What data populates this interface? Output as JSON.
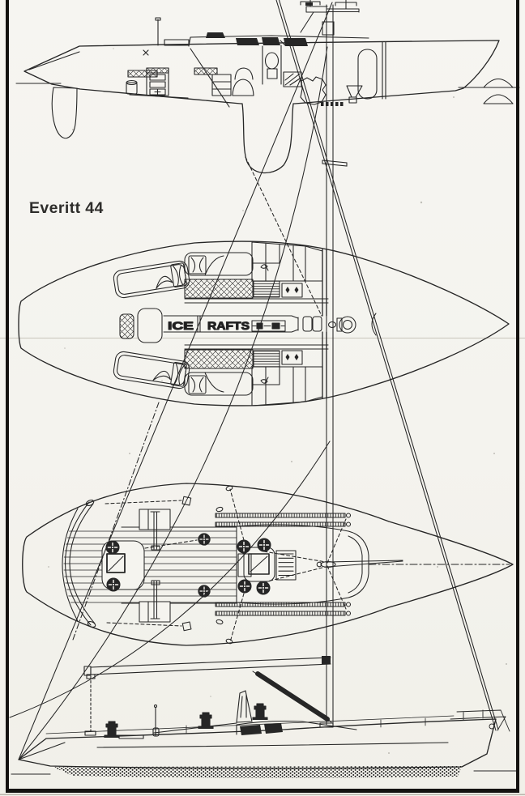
{
  "page": {
    "background": "#f5f4ef",
    "ink": "#262626",
    "border_color": "#141210"
  },
  "title": "Everitt 44",
  "accommodation_plan": {
    "label_ice": "ICE",
    "label_rafts": "RAFTS"
  }
}
